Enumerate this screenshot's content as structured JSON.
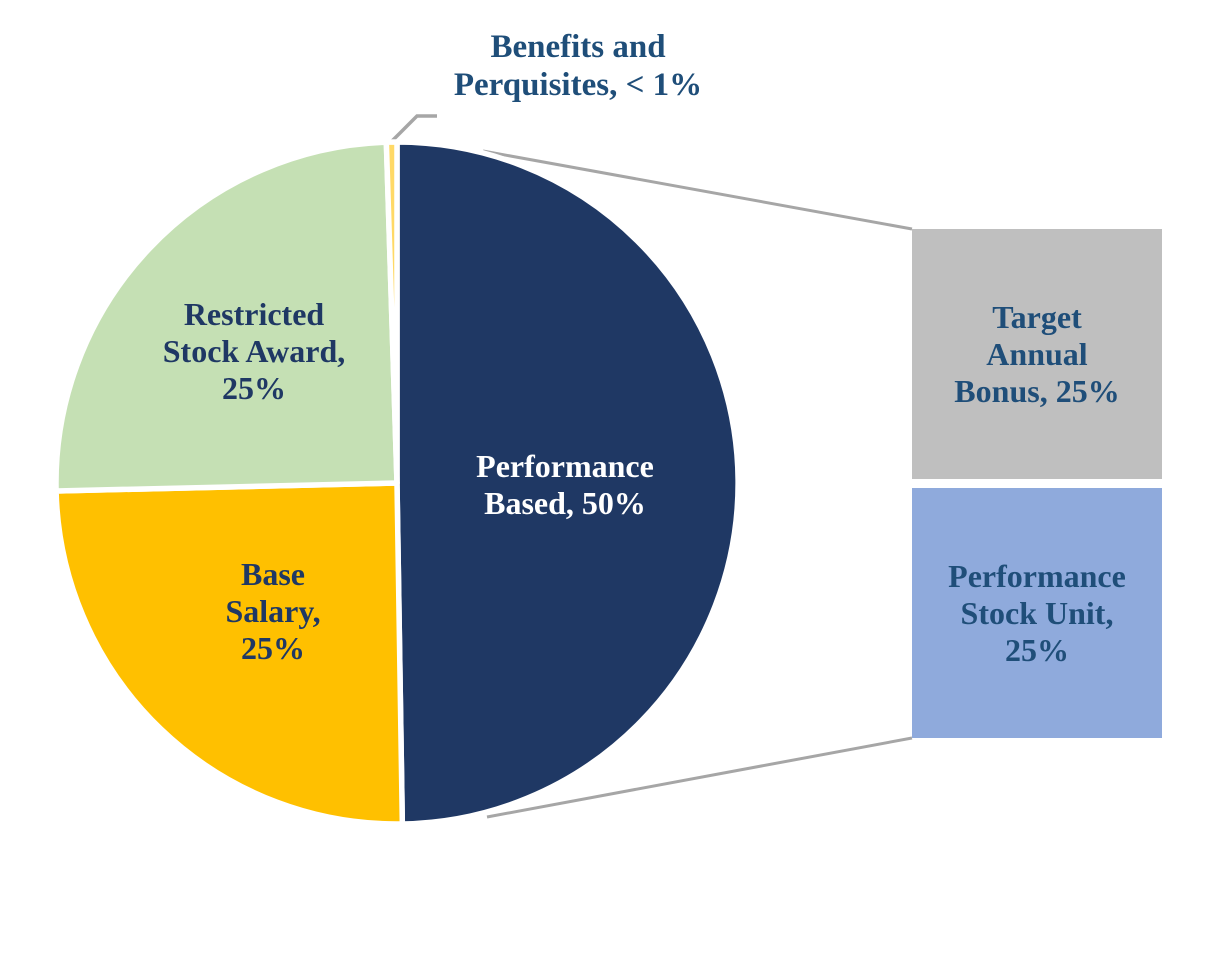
{
  "page": {
    "background": "#FFFFFF"
  },
  "chart_data": {
    "type": "pie",
    "variant": "pie-with-breakout-boxes",
    "units": "percent of total compensation",
    "slices": [
      {
        "name": "Performance Based",
        "value": 50,
        "value_label": "50%",
        "label_text": "Performance Based, 50%",
        "label_lines": [
          "Performance",
          "Based, 50%"
        ],
        "color": "#1F3864",
        "label_color": "#FFFFFF"
      },
      {
        "name": "Base Salary",
        "value": 25,
        "value_label": "25%",
        "label_text": "Base Salary, 25%",
        "label_lines": [
          "Base",
          "Salary,",
          "25%"
        ],
        "color": "#FFC000",
        "label_color": "#1F3864"
      },
      {
        "name": "Restricted Stock Award",
        "value": 25,
        "value_label": "25%",
        "label_text": "Restricted Stock Award, 25%",
        "label_lines": [
          "Restricted",
          "Stock Award,",
          "25%"
        ],
        "color": "#C5E0B4",
        "label_color": "#1F3864"
      },
      {
        "name": "Benefits and Perquisites",
        "value": 0.5,
        "value_label": "< 1%",
        "label_text": "Benefits and Perquisites, < 1%",
        "label_lines": [
          "Benefits and",
          "Perquisites, < 1%"
        ],
        "color": "#FFD966",
        "label_color": "#1F4E79"
      }
    ],
    "breakout": {
      "of_slice": "Performance Based",
      "boxes": [
        {
          "name": "Target Annual Bonus",
          "value": 25,
          "value_label": "25%",
          "label_text": "Target Annual Bonus, 25%",
          "label_lines": [
            "Target",
            "Annual",
            "Bonus, 25%"
          ],
          "color": "#BFBFBF",
          "label_color": "#1F4E79"
        },
        {
          "name": "Performance Stock Unit",
          "value": 25,
          "value_label": "25%",
          "label_text": "Performance Stock Unit, 25%",
          "label_lines": [
            "Performance",
            "Stock Unit,",
            "25%"
          ],
          "color": "#8FAADC",
          "label_color": "#1F4E79"
        }
      ]
    },
    "connector_line_color": "#A6A6A6",
    "slice_gap_color": "#FFFFFF",
    "legend": "none",
    "grid": "off"
  }
}
